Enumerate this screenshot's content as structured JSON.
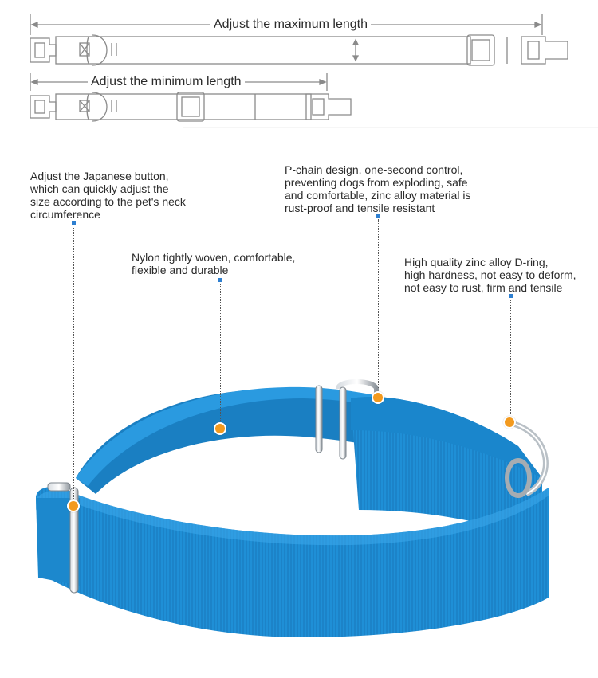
{
  "diagram": {
    "max_length_label": "Adjust the maximum length",
    "min_length_label": "Adjust the minimum length"
  },
  "callouts": [
    {
      "text": "Adjust the Japanese button,\nwhich can quickly adjust the\nsize according to the pet's neck\ncircumference"
    },
    {
      "text": "Nylon tightly woven, comfortable,\nflexible and durable"
    },
    {
      "text": "P-chain design, one-second control,\npreventing dogs from exploding, safe\nand comfortable, zinc alloy material is\nrust-proof and tensile resistant"
    },
    {
      "text": "High quality zinc alloy D-ring,\nhigh hardness, not easy to deform,\nnot easy to rust, firm and tensile"
    }
  ],
  "colors": {
    "collar_blue": "#1f8fd6",
    "marker_blue": "#2e7fd0",
    "dot_orange": "#f39a1e"
  }
}
